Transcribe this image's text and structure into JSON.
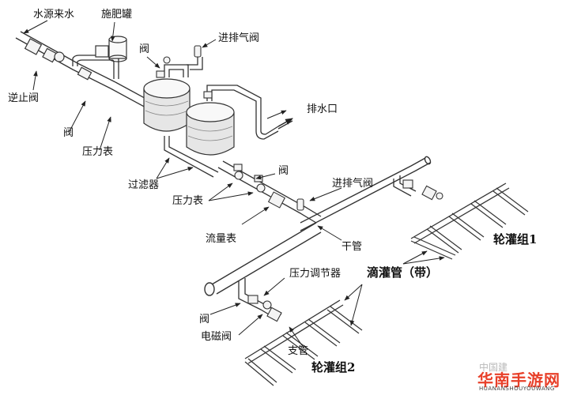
{
  "labels": {
    "water_source": "水源来水",
    "fert_tank": "施肥罐",
    "valve_top": "阀",
    "air_valve_top": "进排气阀",
    "check_valve": "逆止阀",
    "drain": "排水口",
    "valve_left": "阀",
    "pressure_gauge_1": "压力表",
    "filter": "过滤器",
    "valve_mid": "阀",
    "air_valve_mid": "进排气阀",
    "pressure_gauge_2": "压力表",
    "flow_meter": "流量表",
    "main_pipe": "干管",
    "rotation_group_1": "轮灌组1",
    "drip_tube": "滴灌管（带）",
    "pressure_regulator": "压力调节器",
    "valve_low": "阀",
    "solenoid_valve": "电磁阀",
    "branch_pipe": "支管",
    "rotation_group_2": "轮灌组2"
  },
  "watermark": {
    "faint": "中国建",
    "main": "华南手游网",
    "sub": "HUANANSHOUYOUWANG"
  }
}
